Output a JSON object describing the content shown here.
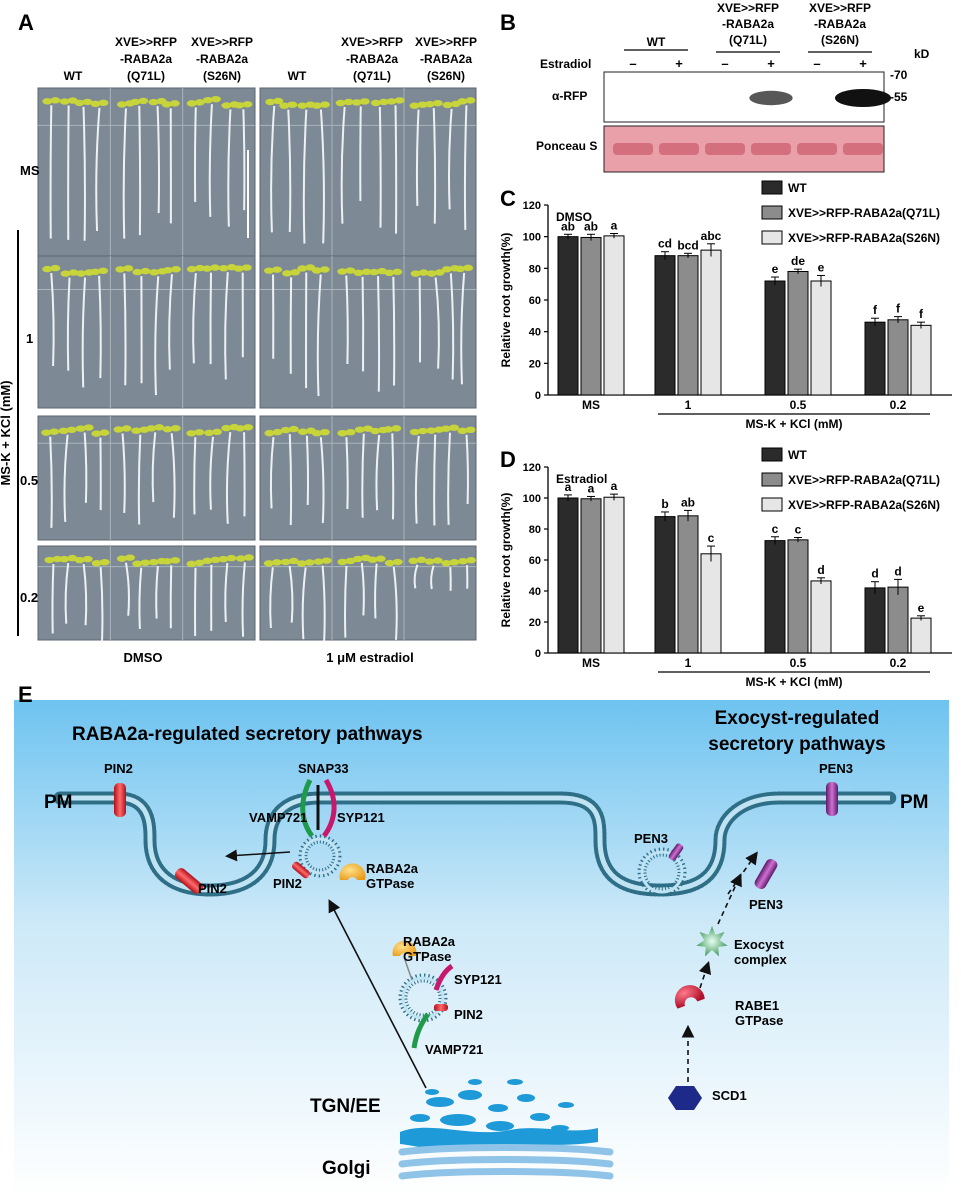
{
  "panel_letters": {
    "a": "A",
    "b": "B",
    "c": "C",
    "d": "D",
    "e": "E"
  },
  "panel_a": {
    "headers": [
      {
        "lines": [
          "WT"
        ]
      },
      {
        "lines": [
          "XVE>>RFP",
          "-RABA2a",
          "(Q71L)"
        ]
      },
      {
        "lines": [
          "XVE>>RFP",
          "-RABA2a",
          "(S26N)"
        ]
      },
      {
        "lines": [
          "WT"
        ]
      },
      {
        "lines": [
          "XVE>>RFP",
          "-RABA2a",
          "(Q71L)"
        ]
      },
      {
        "lines": [
          "XVE>>RFP",
          "-RABA2a",
          "(S26N)"
        ]
      }
    ],
    "row_labels": [
      "MS",
      "1",
      "0.5",
      "0.2"
    ],
    "side_label": "MS-K + KCl (mM)",
    "bottom_labels": [
      "DMSO",
      "1 μM estradiol"
    ],
    "colors": {
      "background": "#7d8a95",
      "seedling": "#c8d53a",
      "root": "#eef1f3"
    }
  },
  "panel_b": {
    "groups": [
      "WT",
      "XVE>>RFP\n-RABA2a\n(Q71L)",
      "XVE>>RFP\n-RABA2a\n(S26N)"
    ],
    "group_lines": [
      [
        "WT"
      ],
      [
        "XVE>>RFP",
        "-RABA2a",
        "(Q71L)"
      ],
      [
        "XVE>>RFP",
        "-RABA2a",
        "(S26N)"
      ]
    ],
    "treatment_label": "Estradiol",
    "lane_signs": [
      "–",
      "+",
      "–",
      "+",
      "–",
      "+"
    ],
    "kd_label": "kD",
    "markers": [
      "-70",
      "-55"
    ],
    "blot_labels": [
      "α-RFP",
      "Ponceau S"
    ],
    "band_intensity": [
      0,
      0,
      0,
      0.55,
      0,
      1.0
    ],
    "colors": {
      "ponceau": "#d4707e"
    }
  },
  "chart_data": [
    {
      "type": "bar",
      "panel": "C",
      "title": "DMSO",
      "ylabel": "Relative root growth(%)",
      "xlabel": "MS-K + KCl (mM)",
      "ylim": [
        0,
        120
      ],
      "yticks": [
        0,
        20,
        40,
        60,
        80,
        100,
        120
      ],
      "categories": [
        "MS",
        "1",
        "0.5",
        "0.2"
      ],
      "series": [
        {
          "name": "WT",
          "color": "#2b2b2b",
          "values": [
            100,
            88,
            72,
            46
          ],
          "errors": [
            1.5,
            2.5,
            2.5,
            2.5
          ],
          "letters": [
            "ab",
            "cd",
            "e",
            "f"
          ]
        },
        {
          "name": "XVE>>RFP-RABA2a(Q71L)",
          "color": "#8c8c8c",
          "values": [
            99.5,
            88,
            78,
            47.5
          ],
          "errors": [
            2,
            1.5,
            1.5,
            2
          ],
          "letters": [
            "ab",
            "bcd",
            "de",
            "f"
          ]
        },
        {
          "name": "XVE>>RFP-RABA2a(S26N)",
          "color": "#e6e6e6",
          "values": [
            100.5,
            91.5,
            72,
            44
          ],
          "errors": [
            1.5,
            4,
            3.5,
            2
          ],
          "letters": [
            "a",
            "abc",
            "e",
            "f"
          ]
        }
      ]
    },
    {
      "type": "bar",
      "panel": "D",
      "title": "Estradiol",
      "ylabel": "Relative root growth(%)",
      "xlabel": "MS-K + KCl (mM)",
      "ylim": [
        0,
        120
      ],
      "yticks": [
        0,
        20,
        40,
        60,
        80,
        100,
        120
      ],
      "categories": [
        "MS",
        "1",
        "0.5",
        "0.2"
      ],
      "series": [
        {
          "name": "WT",
          "color": "#2b2b2b",
          "values": [
            100,
            88,
            72.5,
            42
          ],
          "errors": [
            2,
            3,
            2.5,
            4
          ],
          "letters": [
            "a",
            "b",
            "c",
            "d"
          ]
        },
        {
          "name": "XVE>>RFP-RABA2a(Q71L)",
          "color": "#8c8c8c",
          "values": [
            99.5,
            88.5,
            73,
            42.5
          ],
          "errors": [
            1.5,
            3.5,
            1.5,
            5
          ],
          "letters": [
            "a",
            "ab",
            "c",
            "d"
          ]
        },
        {
          "name": "XVE>>RFP-RABA2a(S26N)",
          "color": "#e6e6e6",
          "values": [
            100.5,
            64,
            46.5,
            22.5
          ],
          "errors": [
            2,
            5,
            2,
            1.5
          ],
          "letters": [
            "a",
            "c",
            "d",
            "e"
          ]
        }
      ]
    }
  ],
  "panel_e": {
    "left_title": "RABA2a-regulated secretory pathways",
    "right_title_lines": [
      "Exocyst-regulated",
      "secretory pathways"
    ],
    "pm_left": "PM",
    "pm_right": "PM",
    "labels": {
      "pin2_top": "PIN2",
      "snap33": "SNAP33",
      "vamp721_top": "VAMP721",
      "syp121_top": "SYP121",
      "pin2_pocket": "PIN2",
      "pin2_vesicle": "PIN2",
      "raba2a_top_lines": [
        "RABA2a",
        "GTPase"
      ],
      "raba2a_mid_lines": [
        "RABA2a",
        "GTPase"
      ],
      "syp121_mid": "SYP121",
      "pin2_mid": "PIN2",
      "vamp721_mid": "VAMP721",
      "pen3_top": "PEN3",
      "pen3_vesicle": "PEN3",
      "pen3_pocket": "PEN3",
      "exocyst_lines": [
        "Exocyst",
        "complex"
      ],
      "rabe1_lines": [
        "RABE1",
        "GTPase"
      ],
      "scd1": "SCD1",
      "tgn": "TGN/EE",
      "golgi": "Golgi"
    },
    "colors": {
      "bg_top": "#6ec3f0",
      "bg_bottom": "#ffffff",
      "membrane": "#2e6e86",
      "pin2": "#e8202a",
      "syp121": "#c8186e",
      "vamp721": "#1e9a4a",
      "raba2a": "#f5b02a",
      "pen3": "#8a2a8a",
      "exocyst": "#3a9a5a",
      "rabe1": "#d41a3a",
      "scd1": "#1e2a8a",
      "tgn": "#1e9ad8"
    }
  }
}
